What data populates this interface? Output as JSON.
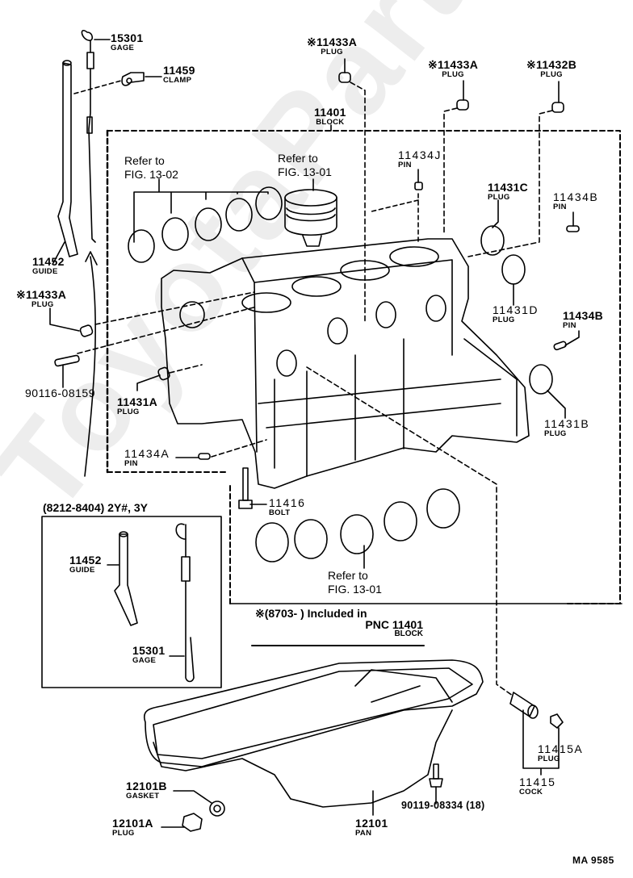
{
  "watermark": "ToyotaParts.ru",
  "block_frame_label": {
    "number": "11401",
    "name": "BLOCK"
  },
  "parts": {
    "gage_15301": {
      "number": "15301",
      "name": "GAGE"
    },
    "clamp_11459": {
      "number": "11459",
      "name": "CLAMP"
    },
    "plug_11433a_top": {
      "marker": "※",
      "number": "11433A",
      "name": "PLUG"
    },
    "plug_11433a_mid": {
      "marker": "※",
      "number": "11433A",
      "name": "PLUG"
    },
    "plug_11432b": {
      "marker": "※",
      "number": "11432B",
      "name": "PLUG"
    },
    "pin_11434j": {
      "number": "11434J",
      "name": "PIN"
    },
    "plug_11431c": {
      "number": "11431C",
      "name": "PLUG"
    },
    "pin_11434b_top": {
      "number": "11434B",
      "name": "PIN"
    },
    "plug_11431d": {
      "number": "11431D",
      "name": "PLUG"
    },
    "pin_11434b_mid": {
      "number": "11434B",
      "name": "PIN"
    },
    "plug_11431b": {
      "number": "11431B",
      "name": "PLUG"
    },
    "guide_11452": {
      "number": "11452",
      "name": "GUIDE"
    },
    "plug_11433a_left": {
      "marker": "※",
      "number": "11433A",
      "name": "PLUG"
    },
    "stud_90116": {
      "number": "90116-08159"
    },
    "plug_11431a": {
      "number": "11431A",
      "name": "PLUG"
    },
    "pin_11434a": {
      "number": "11434A",
      "name": "PIN"
    },
    "bolt_11416": {
      "number": "11416",
      "name": "BOLT"
    },
    "plug_11415a": {
      "number": "11415A",
      "name": "PLUG"
    },
    "cock_11415": {
      "number": "11415",
      "name": "COCK"
    },
    "gasket_12101b": {
      "number": "12101B",
      "name": "GASKET"
    },
    "plug_12101a": {
      "number": "12101A",
      "name": "PLUG"
    },
    "pan_12101": {
      "number": "12101",
      "name": "PAN"
    },
    "bolt_90119": {
      "number": "90119-08334 (18)"
    }
  },
  "references": {
    "bearings_upper": {
      "line1": "Refer to",
      "line2": "FIG. 13-02"
    },
    "piston": {
      "line1": "Refer to",
      "line2": "FIG. 13-01"
    },
    "bearings_lower": {
      "line1": "Refer to",
      "line2": "FIG. 13-01"
    }
  },
  "inset": {
    "title": "(8212-8404) 2Y#, 3Y",
    "guide": {
      "number": "11452",
      "name": "GUIDE"
    },
    "gage": {
      "number": "15301",
      "name": "GAGE"
    }
  },
  "note": {
    "line1": "※(8703-        ) Included in",
    "line2": "PNC 11401",
    "line3": "BLOCK"
  },
  "footer_code": "MA  9585"
}
